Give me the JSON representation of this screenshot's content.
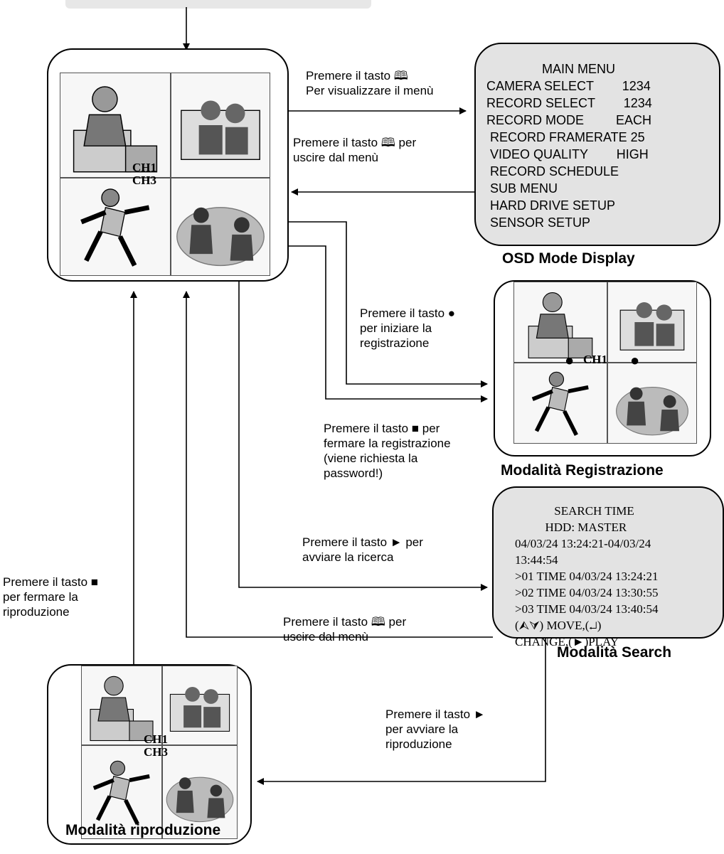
{
  "main_menu": {
    "title": "MAIN MENU",
    "items": [
      "CAMERA SELECT        1234",
      "RECORD SELECT        1234",
      "RECORD MODE         EACH",
      " RECORD FRAMERATE 25",
      " VIDEO QUALITY        HIGH",
      " RECORD SCHEDULE",
      " SUB MENU",
      " HARD DRIVE SETUP",
      " SENSOR SETUP"
    ]
  },
  "search_menu": {
    "lines": [
      "             SEARCH TIME",
      "          HDD: MASTER",
      "04/03/24 13:24:21-04/03/24",
      "13:44:54",
      ">01 TIME 04/03/24 13:24:21",
      ">02 TIME 04/03/24 13:30:55",
      ">03 TIME 04/03/24 13:40:54",
      "(⮙⮛) MOVE,(↵)",
      "CHANGE,(►)PLAY"
    ]
  },
  "titles": {
    "osd": "OSD Mode Display",
    "record": "Modalità Registrazione",
    "search": "Modalità Search",
    "playback": "Modalità riproduzione"
  },
  "instructions": {
    "show_menu": "Premere il tasto 🕮\nPer visualizzare il menù",
    "exit_menu": "Premere il tasto 🕮  per\nuscire dal menù",
    "start_rec": "Premere il tasto ●\nper iniziare la\nregistrazione",
    "stop_rec": "Premere il tasto ■  per\nfermare la registrazione\n(viene richiesta la\npassword!)",
    "start_search": "Premere il tasto ►  per\navviare la ricerca",
    "exit_search": "Premere il tasto 🕮  per\nuscire dal menù",
    "stop_play": "Premere il tasto ■\nper fermare la\nriproduzione",
    "start_play": "Premere il tasto ►\nper avviare la\nriproduzione"
  },
  "channels": {
    "main_ch1": "CH1",
    "main_ch3": "CH3",
    "rec_ch1": "CH1",
    "rec_dots": "●",
    "play_ch1": "CH1",
    "play_ch3": "CH3"
  },
  "icons": [
    "book-icon",
    "record-dot-icon",
    "stop-square-icon",
    "play-triangle-icon"
  ]
}
